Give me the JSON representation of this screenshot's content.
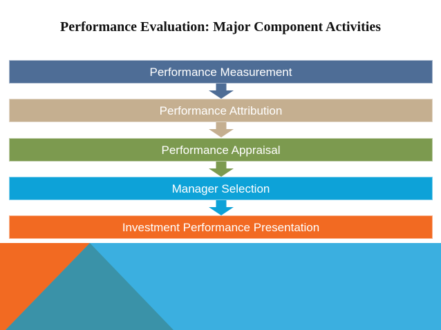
{
  "slide": {
    "title": "Performance Evaluation: Major Component Activities"
  },
  "flow": {
    "type": "vertical-process-flow",
    "text_color": "#FFFFFF",
    "steps": [
      {
        "label": "Performance Measurement",
        "color": "#4E6D96"
      },
      {
        "label": "Performance Attribution",
        "color": "#C5AF90"
      },
      {
        "label": "Performance Appraisal",
        "color": "#7C9A4F"
      },
      {
        "label": "Manager Selection",
        "color": "#0DA2D8"
      },
      {
        "label": "Investment Performance Presentation",
        "color": "#F26A22"
      }
    ]
  },
  "decoration": {
    "background_color": "#3BAFE0",
    "left_wedge_color": "#F26A22",
    "triangle_color": "#3A92A8"
  }
}
